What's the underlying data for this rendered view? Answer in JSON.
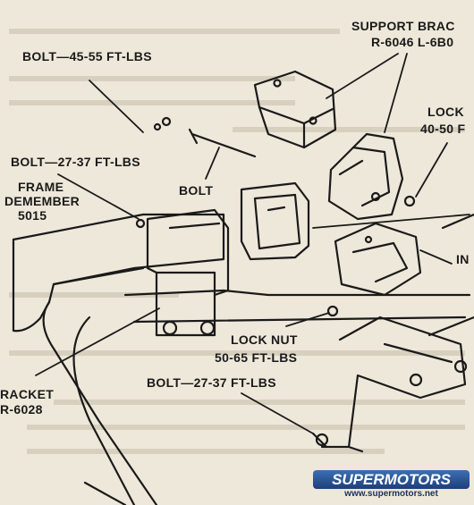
{
  "labels": {
    "support_bracket": "SUPPORT BRAC",
    "support_bracket_part": "R-6046 L-6B0",
    "bolt_45_55": "BOLT—45-55 FT-LBS",
    "lock": "LOCK",
    "lock_torque": "40-50 F",
    "bolt_27_37_top": "BOLT—27-37 FT-LBS",
    "frame": "FRAME",
    "demember": "DEMEMBER",
    "part_5015": "5015",
    "bolt": "BOLT",
    "insulator_partial": "IN",
    "lock_nut": "LOCK NUT",
    "lock_nut_torque": "50-65 FT-LBS",
    "bracket": "RACKET",
    "bracket_part": "R-6028",
    "bolt_27_37_bottom": "BOLT—27-37 FT-LBS"
  },
  "watermark": {
    "brand": "SUPERMOTORS",
    "url": "www.supermotors.net"
  }
}
